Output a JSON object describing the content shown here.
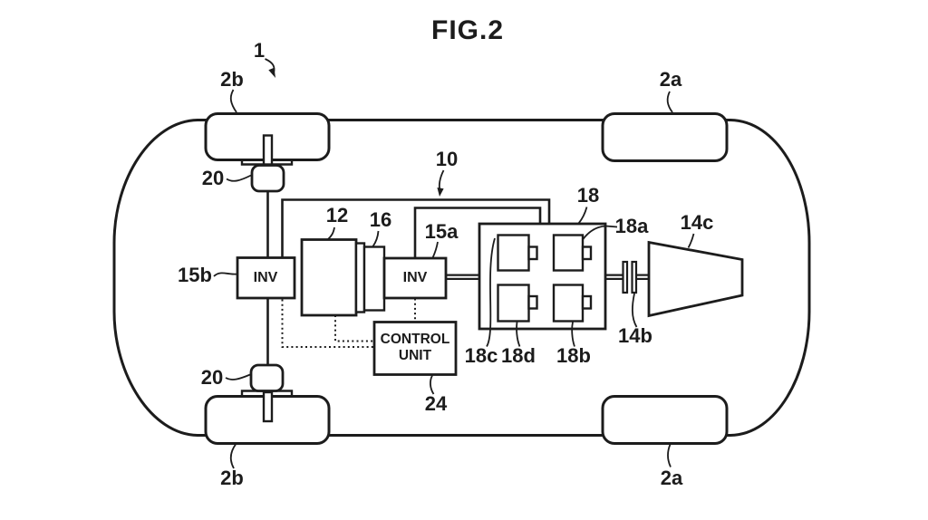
{
  "figure_title": "FIG.2",
  "colors": {
    "line": "#1c1c1c",
    "background": "#ffffff"
  },
  "labels": {
    "ref_1": "1",
    "ref_2b_top": "2b",
    "ref_2a_top": "2a",
    "ref_2b_bottom": "2b",
    "ref_2a_bottom": "2a",
    "ref_10": "10",
    "ref_12": "12",
    "ref_16": "16",
    "ref_15a": "15a",
    "ref_15b": "15b",
    "ref_18": "18",
    "ref_18a": "18a",
    "ref_18b": "18b",
    "ref_18c": "18c",
    "ref_18d": "18d",
    "ref_14b": "14b",
    "ref_14c": "14c",
    "ref_20_top": "20",
    "ref_20_bottom": "20",
    "ref_24": "24"
  },
  "boxes": {
    "inverter_left": "INV",
    "inverter_right": "INV",
    "control_unit": "CONTROL UNIT"
  }
}
